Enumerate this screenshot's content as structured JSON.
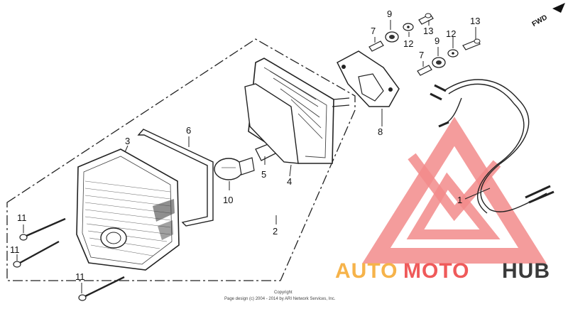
{
  "direction_label": "FWD",
  "callouts": {
    "c1": "1",
    "c2": "2",
    "c3": "3",
    "c4": "4",
    "c5": "5",
    "c6": "6",
    "c7a": "7",
    "c7b": "7",
    "c8": "8",
    "c9a": "9",
    "c9b": "9",
    "c10": "10",
    "c11a": "11",
    "c11b": "11",
    "c11c": "11",
    "c12a": "12",
    "c12b": "12",
    "c13a": "13",
    "c13b": "13"
  },
  "watermark": {
    "part1": "AUTO",
    "part2": "MOTO",
    "part3": "HUB",
    "colors": {
      "auto": "#f6b34a",
      "moto": "#ef5a5a",
      "hub": "#3a3a3a",
      "logo": "#f08080"
    }
  },
  "copyright": {
    "line1": "Copyright",
    "line2": "Page design (c) 2004 - 2014 by ARI Network Services, Inc."
  }
}
